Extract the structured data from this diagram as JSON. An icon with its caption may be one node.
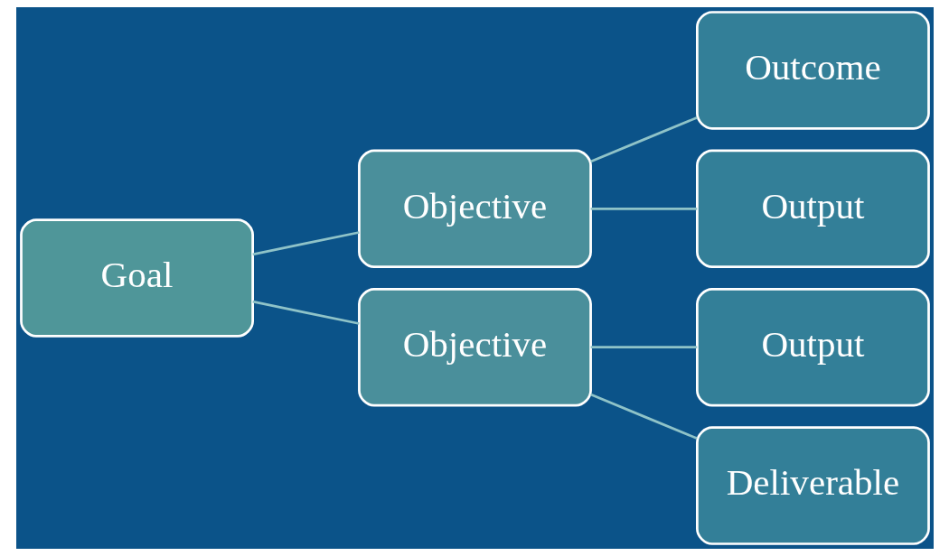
{
  "diagram": {
    "nodes": [
      {
        "text": [
          "Goal"
        ]
      },
      {
        "text": [
          "Objective"
        ]
      },
      {
        "text": [
          "Outcome"
        ]
      },
      {
        "text": [
          "Output"
        ]
      },
      {
        "text": [
          "Objective"
        ]
      },
      {
        "text": [
          "Output"
        ]
      },
      {
        "text": [
          "Deliverable"
        ]
      }
    ],
    "edges": [
      {
        "from": 0,
        "to": 1,
        "arrow": "none"
      },
      {
        "from": 0,
        "to": 4,
        "arrow": "none"
      },
      {
        "from": 1,
        "to": 2,
        "arrow": "none"
      },
      {
        "from": 1,
        "to": 3,
        "arrow": "none"
      },
      {
        "from": 4,
        "to": 5,
        "arrow": "none"
      },
      {
        "from": 4,
        "to": 6,
        "arrow": "none"
      }
    ]
  }
}
